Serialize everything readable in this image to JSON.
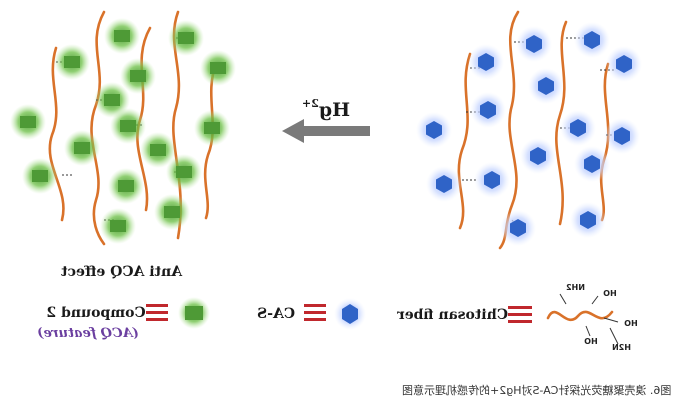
{
  "diagram": {
    "left_panel": {
      "label": "Anti ACQ effect"
    },
    "arrow": {
      "label": "Hg",
      "label_superscript": "2+"
    },
    "legend": {
      "compound": {
        "name": "Compound 2",
        "note": "(ACQ feature)"
      },
      "ca_s": {
        "name": "CA-S"
      },
      "chitosan": {
        "name": "Chitosan fiber"
      },
      "chem_groups": [
        "NH2",
        "HO",
        "HO",
        "H2N",
        "HO"
      ]
    },
    "caption": "图6. 溴壳聚糖荧光探针CA-S对Hg2+的传感机理示意图"
  },
  "colors": {
    "fiber": "#d9722a",
    "compound_green": "#5aa53c",
    "ca_s_blue": "#2f63c7",
    "arrow_gray": "#7a7a7a",
    "legend_bars": "#c0282d",
    "purple_text": "#6b3fa0"
  }
}
